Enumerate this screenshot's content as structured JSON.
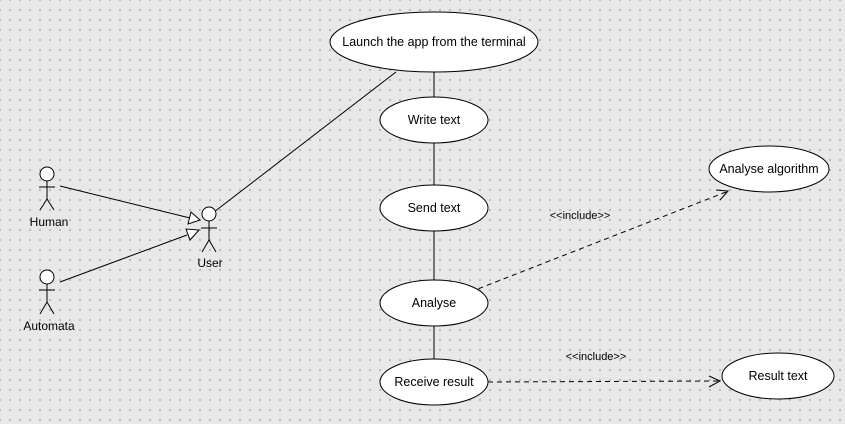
{
  "actors": {
    "human": "Human",
    "automata": "Automata",
    "user": "User"
  },
  "use_cases": {
    "launch": "Launch the app from the terminal",
    "write": "Write text",
    "send": "Send text",
    "analyse": "Analyse",
    "receive": "Receive result",
    "analyse_algorithm": "Analyse algorithm",
    "result_text": "Result text"
  },
  "stereotypes": {
    "include_1": "<<include>>",
    "include_2": "<<include>>"
  }
}
